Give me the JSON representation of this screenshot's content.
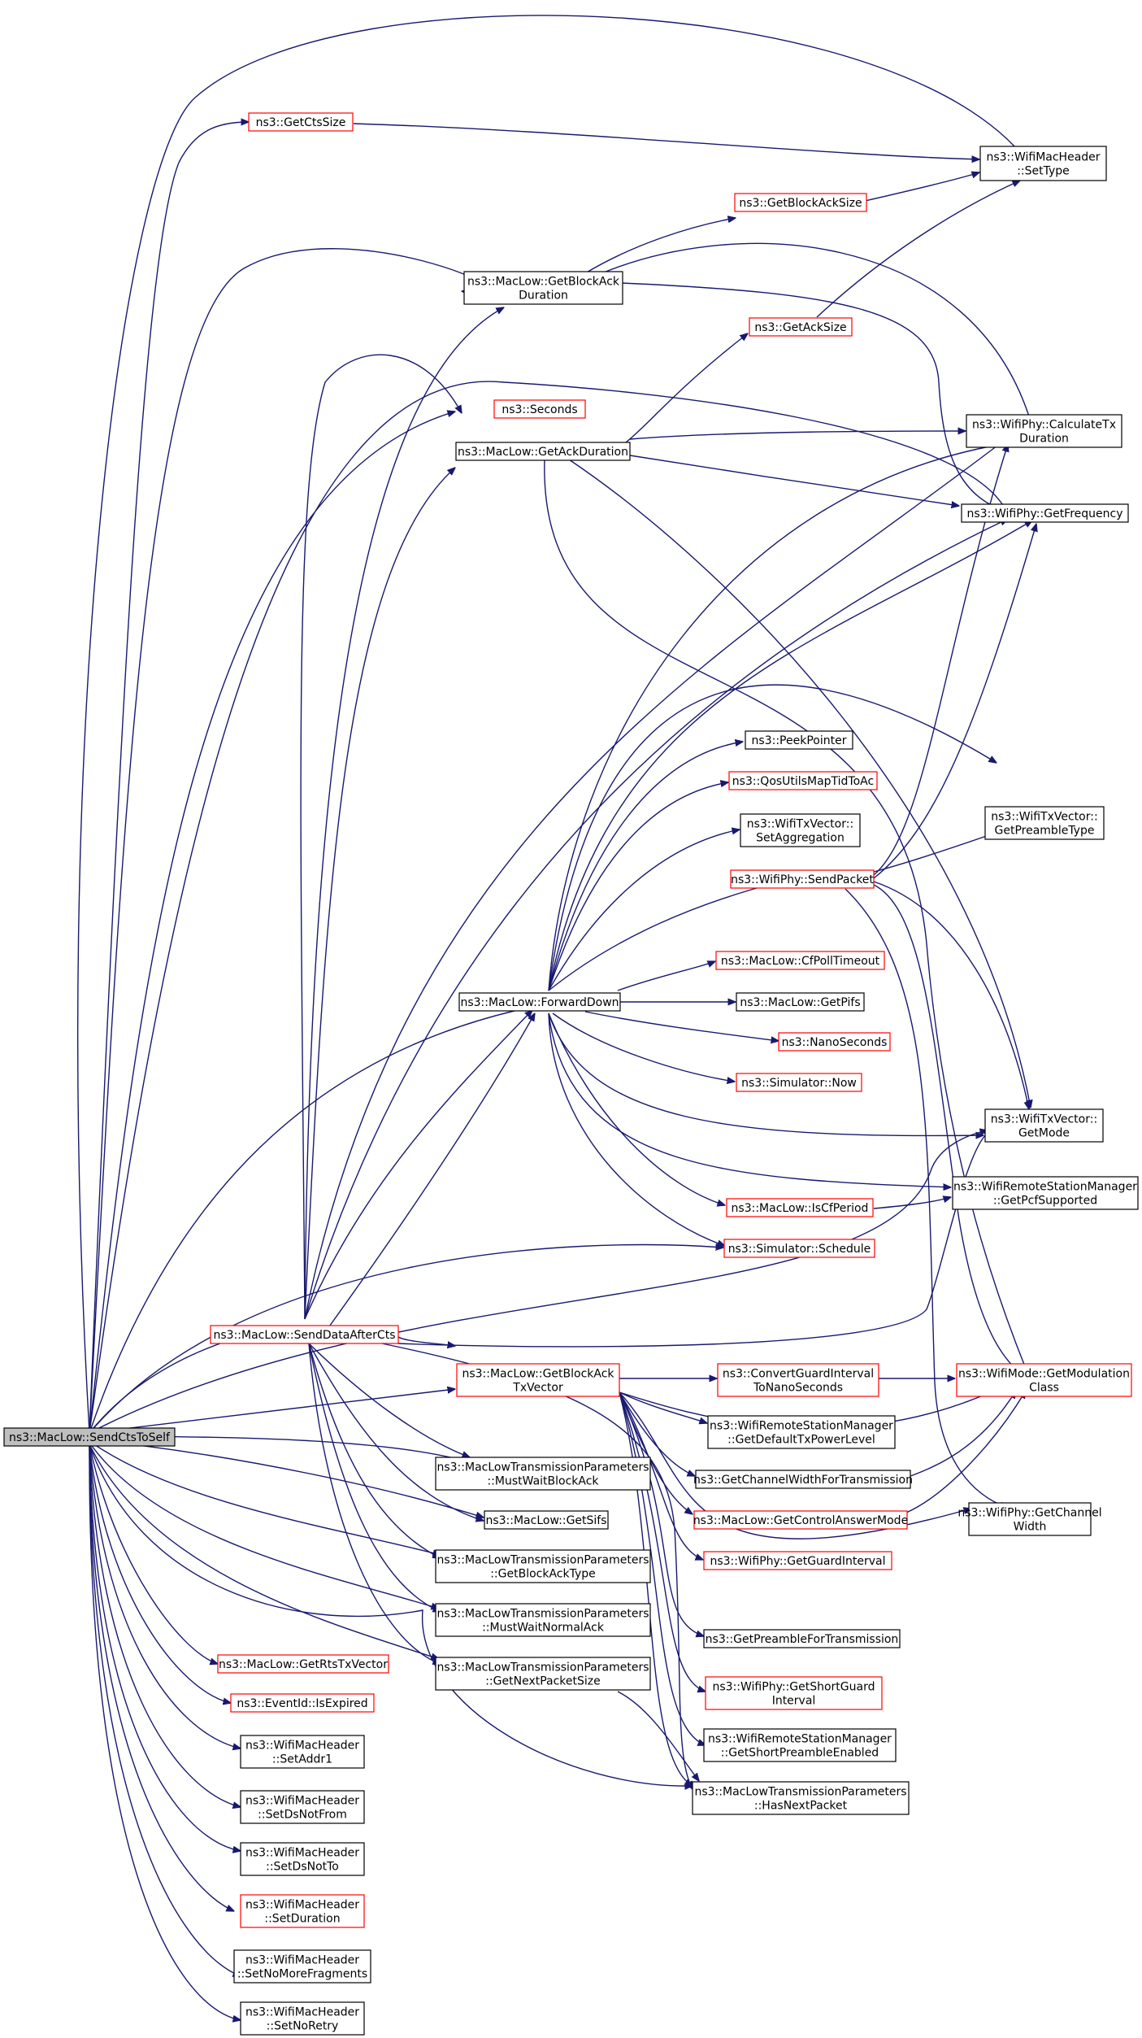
{
  "colors": {
    "edge": "#191970",
    "root_fill": "#bfbfbf",
    "border_documented": "#000000",
    "border_truncated": "#ff0000",
    "node_fill": "#ffffff"
  },
  "root": {
    "label": [
      "ns3::MacLow::SendCtsToSelf"
    ]
  },
  "nodes": {
    "getCtsSize": {
      "label": [
        "ns3::GetCtsSize"
      ],
      "border": "red"
    },
    "setType": {
      "label": [
        "ns3::WifiMacHeader",
        "::SetType"
      ],
      "border": "black"
    },
    "getBlockAckSize": {
      "label": [
        "ns3::GetBlockAckSize"
      ],
      "border": "red"
    },
    "getBlockAckDuration": {
      "label": [
        "ns3::MacLow::GetBlockAck",
        "Duration"
      ],
      "border": "black"
    },
    "getAckSize": {
      "label": [
        "ns3::GetAckSize"
      ],
      "border": "red"
    },
    "seconds": {
      "label": [
        "ns3::Seconds"
      ],
      "border": "red"
    },
    "calcTxDuration": {
      "label": [
        "ns3::WifiPhy::CalculateTx",
        "Duration"
      ],
      "border": "black"
    },
    "getAckDuration": {
      "label": [
        "ns3::MacLow::GetAckDuration"
      ],
      "border": "black"
    },
    "getFrequency": {
      "label": [
        "ns3::WifiPhy::GetFrequency"
      ],
      "border": "black"
    },
    "peekPointer": {
      "label": [
        "ns3::PeekPointer"
      ],
      "border": "black"
    },
    "qosUtils": {
      "label": [
        "ns3::QosUtilsMapTidToAc"
      ],
      "border": "red"
    },
    "getPreambleType": {
      "label": [
        "ns3::WifiTxVector::",
        "GetPreambleType"
      ],
      "border": "black"
    },
    "setAggregation": {
      "label": [
        "ns3::WifiTxVector::",
        "SetAggregation"
      ],
      "border": "black"
    },
    "sendPacket": {
      "label": [
        "ns3::WifiPhy::SendPacket"
      ],
      "border": "red"
    },
    "cfPollTimeout": {
      "label": [
        "ns3::MacLow::CfPollTimeout"
      ],
      "border": "red"
    },
    "forwardDown": {
      "label": [
        "ns3::MacLow::ForwardDown"
      ],
      "border": "black"
    },
    "getPifs": {
      "label": [
        "ns3::MacLow::GetPifs"
      ],
      "border": "black"
    },
    "nanoSeconds": {
      "label": [
        "ns3::NanoSeconds"
      ],
      "border": "red"
    },
    "simNow": {
      "label": [
        "ns3::Simulator::Now"
      ],
      "border": "red"
    },
    "getMode": {
      "label": [
        "ns3::WifiTxVector::",
        "GetMode"
      ],
      "border": "black"
    },
    "getPcfSupported": {
      "label": [
        "ns3::WifiRemoteStationManager",
        "::GetPcfSupported"
      ],
      "border": "black"
    },
    "isCfPeriod": {
      "label": [
        "ns3::MacLow::IsCfPeriod"
      ],
      "border": "red"
    },
    "schedule": {
      "label": [
        "ns3::Simulator::Schedule"
      ],
      "border": "red"
    },
    "sendDataAfterCts": {
      "label": [
        "ns3::MacLow::SendDataAfterCts"
      ],
      "border": "red"
    },
    "getBlockAckTxVector": {
      "label": [
        "ns3::MacLow::GetBlockAck",
        "TxVector"
      ],
      "border": "red"
    },
    "convertGuard": {
      "label": [
        "ns3::ConvertGuardInterval",
        "ToNanoSeconds"
      ],
      "border": "red"
    },
    "getModulationClass": {
      "label": [
        "ns3::WifiMode::GetModulation",
        "Class"
      ],
      "border": "red"
    },
    "getDefaultTxPower": {
      "label": [
        "ns3::WifiRemoteStationManager",
        "::GetDefaultTxPowerLevel"
      ],
      "border": "black"
    },
    "mustWaitBlockAck": {
      "label": [
        "ns3::MacLowTransmissionParameters",
        "::MustWaitBlockAck"
      ],
      "border": "black"
    },
    "getChannelWidthForTx": {
      "label": [
        "ns3::GetChannelWidthForTransmission"
      ],
      "border": "black"
    },
    "getSifs": {
      "label": [
        "ns3::MacLow::GetSifs"
      ],
      "border": "black"
    },
    "getControlAnswerMode": {
      "label": [
        "ns3::MacLow::GetControlAnswerMode"
      ],
      "border": "red"
    },
    "getChannelWidth": {
      "label": [
        "ns3::WifiPhy::GetChannel",
        "Width"
      ],
      "border": "black"
    },
    "getGuardInterval": {
      "label": [
        "ns3::WifiPhy::GetGuardInterval"
      ],
      "border": "red"
    },
    "getBlockAckType": {
      "label": [
        "ns3::MacLowTransmissionParameters",
        "::GetBlockAckType"
      ],
      "border": "black"
    },
    "mustWaitNormalAck": {
      "label": [
        "ns3::MacLowTransmissionParameters",
        "::MustWaitNormalAck"
      ],
      "border": "black"
    },
    "getPreambleForTx": {
      "label": [
        "ns3::GetPreambleForTransmission"
      ],
      "border": "black"
    },
    "getRtsTxVector": {
      "label": [
        "ns3::MacLow::GetRtsTxVector"
      ],
      "border": "red"
    },
    "getNextPacketSize": {
      "label": [
        "ns3::MacLowTransmissionParameters",
        "::GetNextPacketSize"
      ],
      "border": "black"
    },
    "getShortGuard": {
      "label": [
        "ns3::WifiPhy::GetShortGuard",
        "Interval"
      ],
      "border": "red"
    },
    "isExpired": {
      "label": [
        "ns3::EventId::IsExpired"
      ],
      "border": "red"
    },
    "getShortPreamble": {
      "label": [
        "ns3::WifiRemoteStationManager",
        "::GetShortPreambleEnabled"
      ],
      "border": "black"
    },
    "setAddr1": {
      "label": [
        "ns3::WifiMacHeader",
        "::SetAddr1"
      ],
      "border": "black"
    },
    "hasNextPacket": {
      "label": [
        "ns3::MacLowTransmissionParameters",
        "::HasNextPacket"
      ],
      "border": "black"
    },
    "setDsNotFrom": {
      "label": [
        "ns3::WifiMacHeader",
        "::SetDsNotFrom"
      ],
      "border": "black"
    },
    "setDsNotTo": {
      "label": [
        "ns3::WifiMacHeader",
        "::SetDsNotTo"
      ],
      "border": "black"
    },
    "setDuration": {
      "label": [
        "ns3::WifiMacHeader",
        "::SetDuration"
      ],
      "border": "red"
    },
    "setNoMoreFragments": {
      "label": [
        "ns3::WifiMacHeader",
        "::SetNoMoreFragments"
      ],
      "border": "black"
    },
    "setNoRetry": {
      "label": [
        "ns3::WifiMacHeader",
        "::SetNoRetry"
      ],
      "border": "black"
    }
  }
}
